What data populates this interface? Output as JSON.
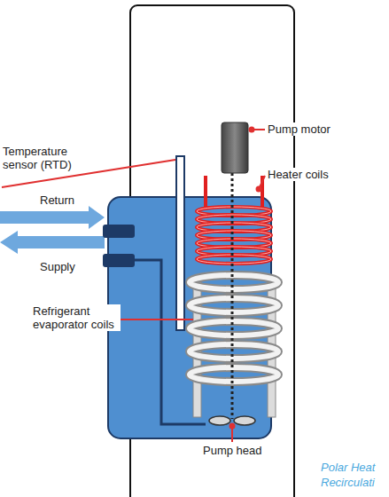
{
  "diagram": {
    "caption": "Polar Heat Recirculati",
    "labels": [
      "Temperature sensor (RTD)",
      "Pump motor",
      "Heater coils",
      "Return",
      "Supply",
      "Refrigerant evaporator coils",
      "Pump head"
    ]
  }
}
